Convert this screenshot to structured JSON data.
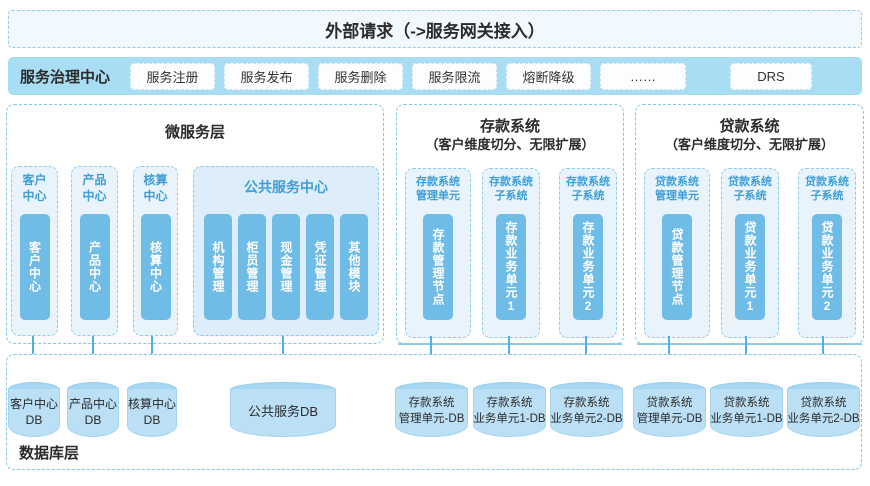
{
  "banner": {
    "title": "外部请求（->服务网关接入）"
  },
  "governance": {
    "label": "服务治理中心",
    "buttons": [
      "服务注册",
      "服务发布",
      "服务删除",
      "服务限流",
      "熔断降级",
      "……",
      "DRS"
    ]
  },
  "panels": {
    "micro": {
      "title": "微服务层",
      "centers": [
        {
          "header1": "客户",
          "header2": "中心",
          "bar": "客户中心"
        },
        {
          "header1": "产品",
          "header2": "中心",
          "bar": "产品中心"
        },
        {
          "header1": "核算",
          "header2": "中心",
          "bar": "核算中心"
        }
      ],
      "public": {
        "title": "公共服务中心",
        "bars": [
          "机构管理",
          "柜员管理",
          "现金管理",
          "凭证管理",
          "其他模块"
        ]
      }
    },
    "deposit": {
      "title": "存款系统",
      "subtitle": "（客户维度切分、无限扩展）",
      "columns": [
        {
          "header1": "存款系统",
          "header2": "管理单元",
          "bar": "存款管理节点"
        },
        {
          "header1": "存款系统",
          "header2": "子系统",
          "bar": "存款业务单元1"
        },
        {
          "header1": "存款系统",
          "header2": "子系统",
          "bar": "存款业务单元2"
        }
      ]
    },
    "loan": {
      "title": "贷款系统",
      "subtitle": "（客户维度切分、无限扩展）",
      "columns": [
        {
          "header1": "贷款系统",
          "header2": "管理单元",
          "bar": "贷款管理节点"
        },
        {
          "header1": "贷款系统",
          "header2": "子系统",
          "bar": "贷款业务单元1"
        },
        {
          "header1": "贷款系统",
          "header2": "子系统",
          "bar": "贷款业务单元2"
        }
      ]
    }
  },
  "database": {
    "label": "数据库层",
    "cylinders": [
      {
        "line1": "客户中心",
        "line2": "DB"
      },
      {
        "line1": "产品中心",
        "line2": "DB"
      },
      {
        "line1": "核算中心",
        "line2": "DB"
      },
      {
        "line1": "公共服务DB",
        "line2": ""
      },
      {
        "line1": "存款系统",
        "line2": "管理单元-DB"
      },
      {
        "line1": "存款系统",
        "line2": "业务单元1-DB"
      },
      {
        "line1": "存款系统",
        "line2": "业务单元2-DB"
      },
      {
        "line1": "贷款系统",
        "line2": "管理单元-DB"
      },
      {
        "line1": "贷款系统",
        "line2": "业务单元1-DB"
      },
      {
        "line1": "贷款系统",
        "line2": "业务单元2-DB"
      }
    ]
  },
  "colors": {
    "governance_bg": "#a9ddf3",
    "bar_blue": "#6fbce6",
    "column_bg": "#e9f3fb",
    "public_bg": "#ddeefa",
    "cylinder_body": "#bbdff5",
    "cylinder_top": "#a6d6f1",
    "arrow": "#4fb0e5",
    "dashed_border": "#7ec6ec",
    "header_text_blue": "#3d9fd8",
    "banner_bg": "#f2f9fe"
  }
}
